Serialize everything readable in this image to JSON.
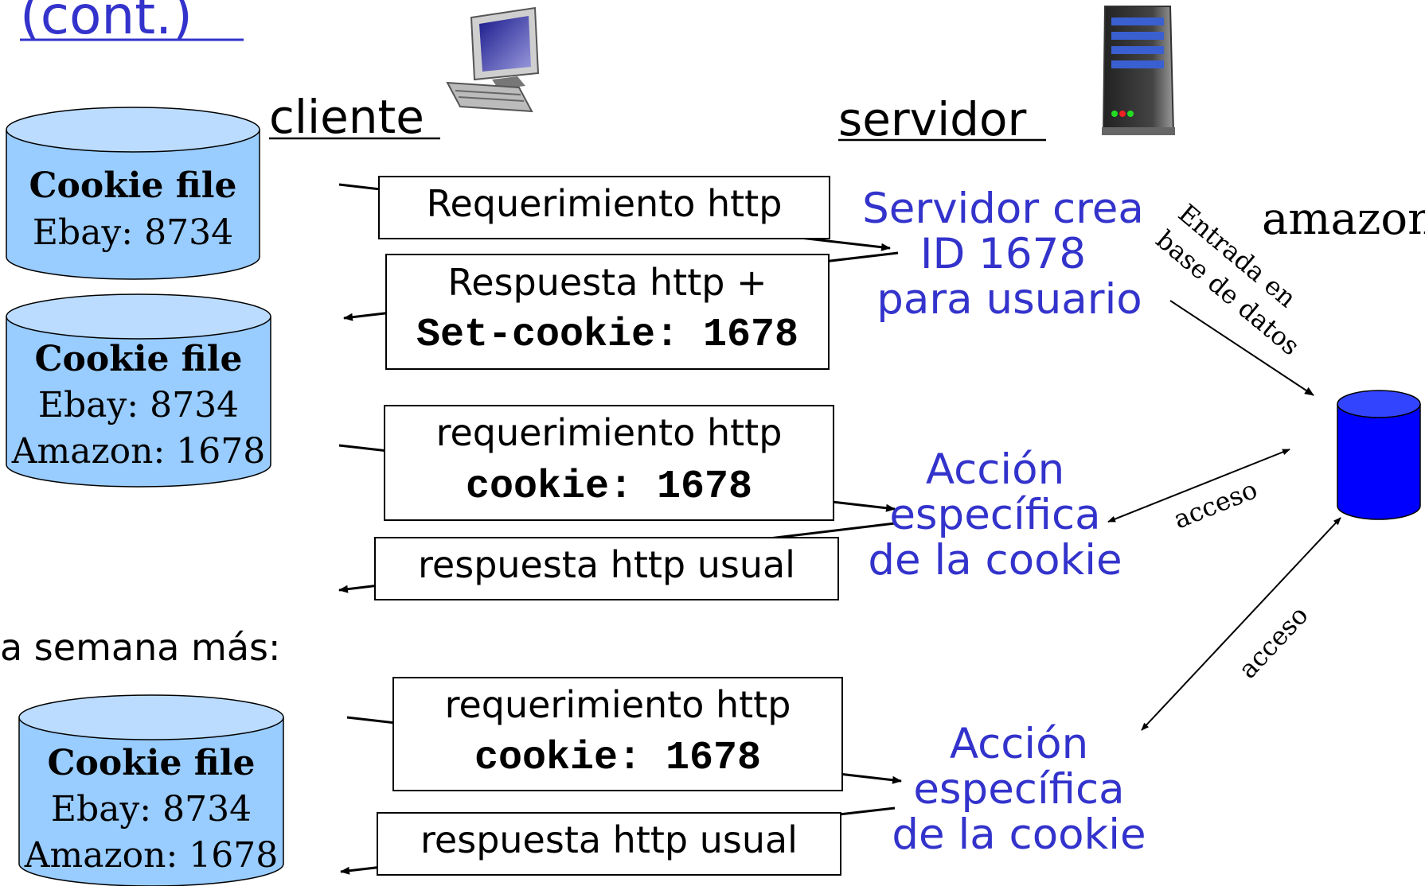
{
  "title": "(cont.)",
  "client_label": "cliente",
  "server_label": "servidor",
  "amazon_label": "amazon",
  "cookie_files": [
    {
      "title": "Cookie file",
      "lines": [
        "Ebay: 8734"
      ]
    },
    {
      "title": "Cookie file",
      "lines": [
        "Ebay: 8734",
        "Amazon: 1678"
      ]
    },
    {
      "title": "Cookie file",
      "lines": [
        "Ebay: 8734",
        "Amazon: 1678"
      ]
    }
  ],
  "messages": {
    "req1": "Requerimiento http",
    "resp1_line1": "Respuesta http +",
    "resp1_line2": "Set-cookie: 1678",
    "req2_line1": "requerimiento http",
    "req2_line2": "cookie: 1678",
    "resp2": "respuesta http usual",
    "req3_line1": "requerimiento http",
    "req3_line2": "cookie: 1678",
    "resp3": "respuesta http usual"
  },
  "server_notes": {
    "create_line1": "Servidor crea",
    "create_line2": "ID 1678",
    "create_line3": "para usuario",
    "action1_line1": "Acción",
    "action1_line2": "específica",
    "action1_line3": "de la cookie",
    "action2_line1": "Acción",
    "action2_line2": "específica",
    "action2_line3": "de la cookie"
  },
  "db_entry_line1": "Entrada en",
  "db_entry_line2": "base de datos",
  "access_label_1": "acceso",
  "access_label_2": "acceso",
  "week_later": "a semana más:",
  "colors": {
    "accent_blue": "#3333cc",
    "cylinder_fill": "#99ccff",
    "database_fill": "#0000ff"
  },
  "icons": [
    "desktop-computer-icon",
    "server-tower-icon",
    "database-cylinder-icon"
  ]
}
